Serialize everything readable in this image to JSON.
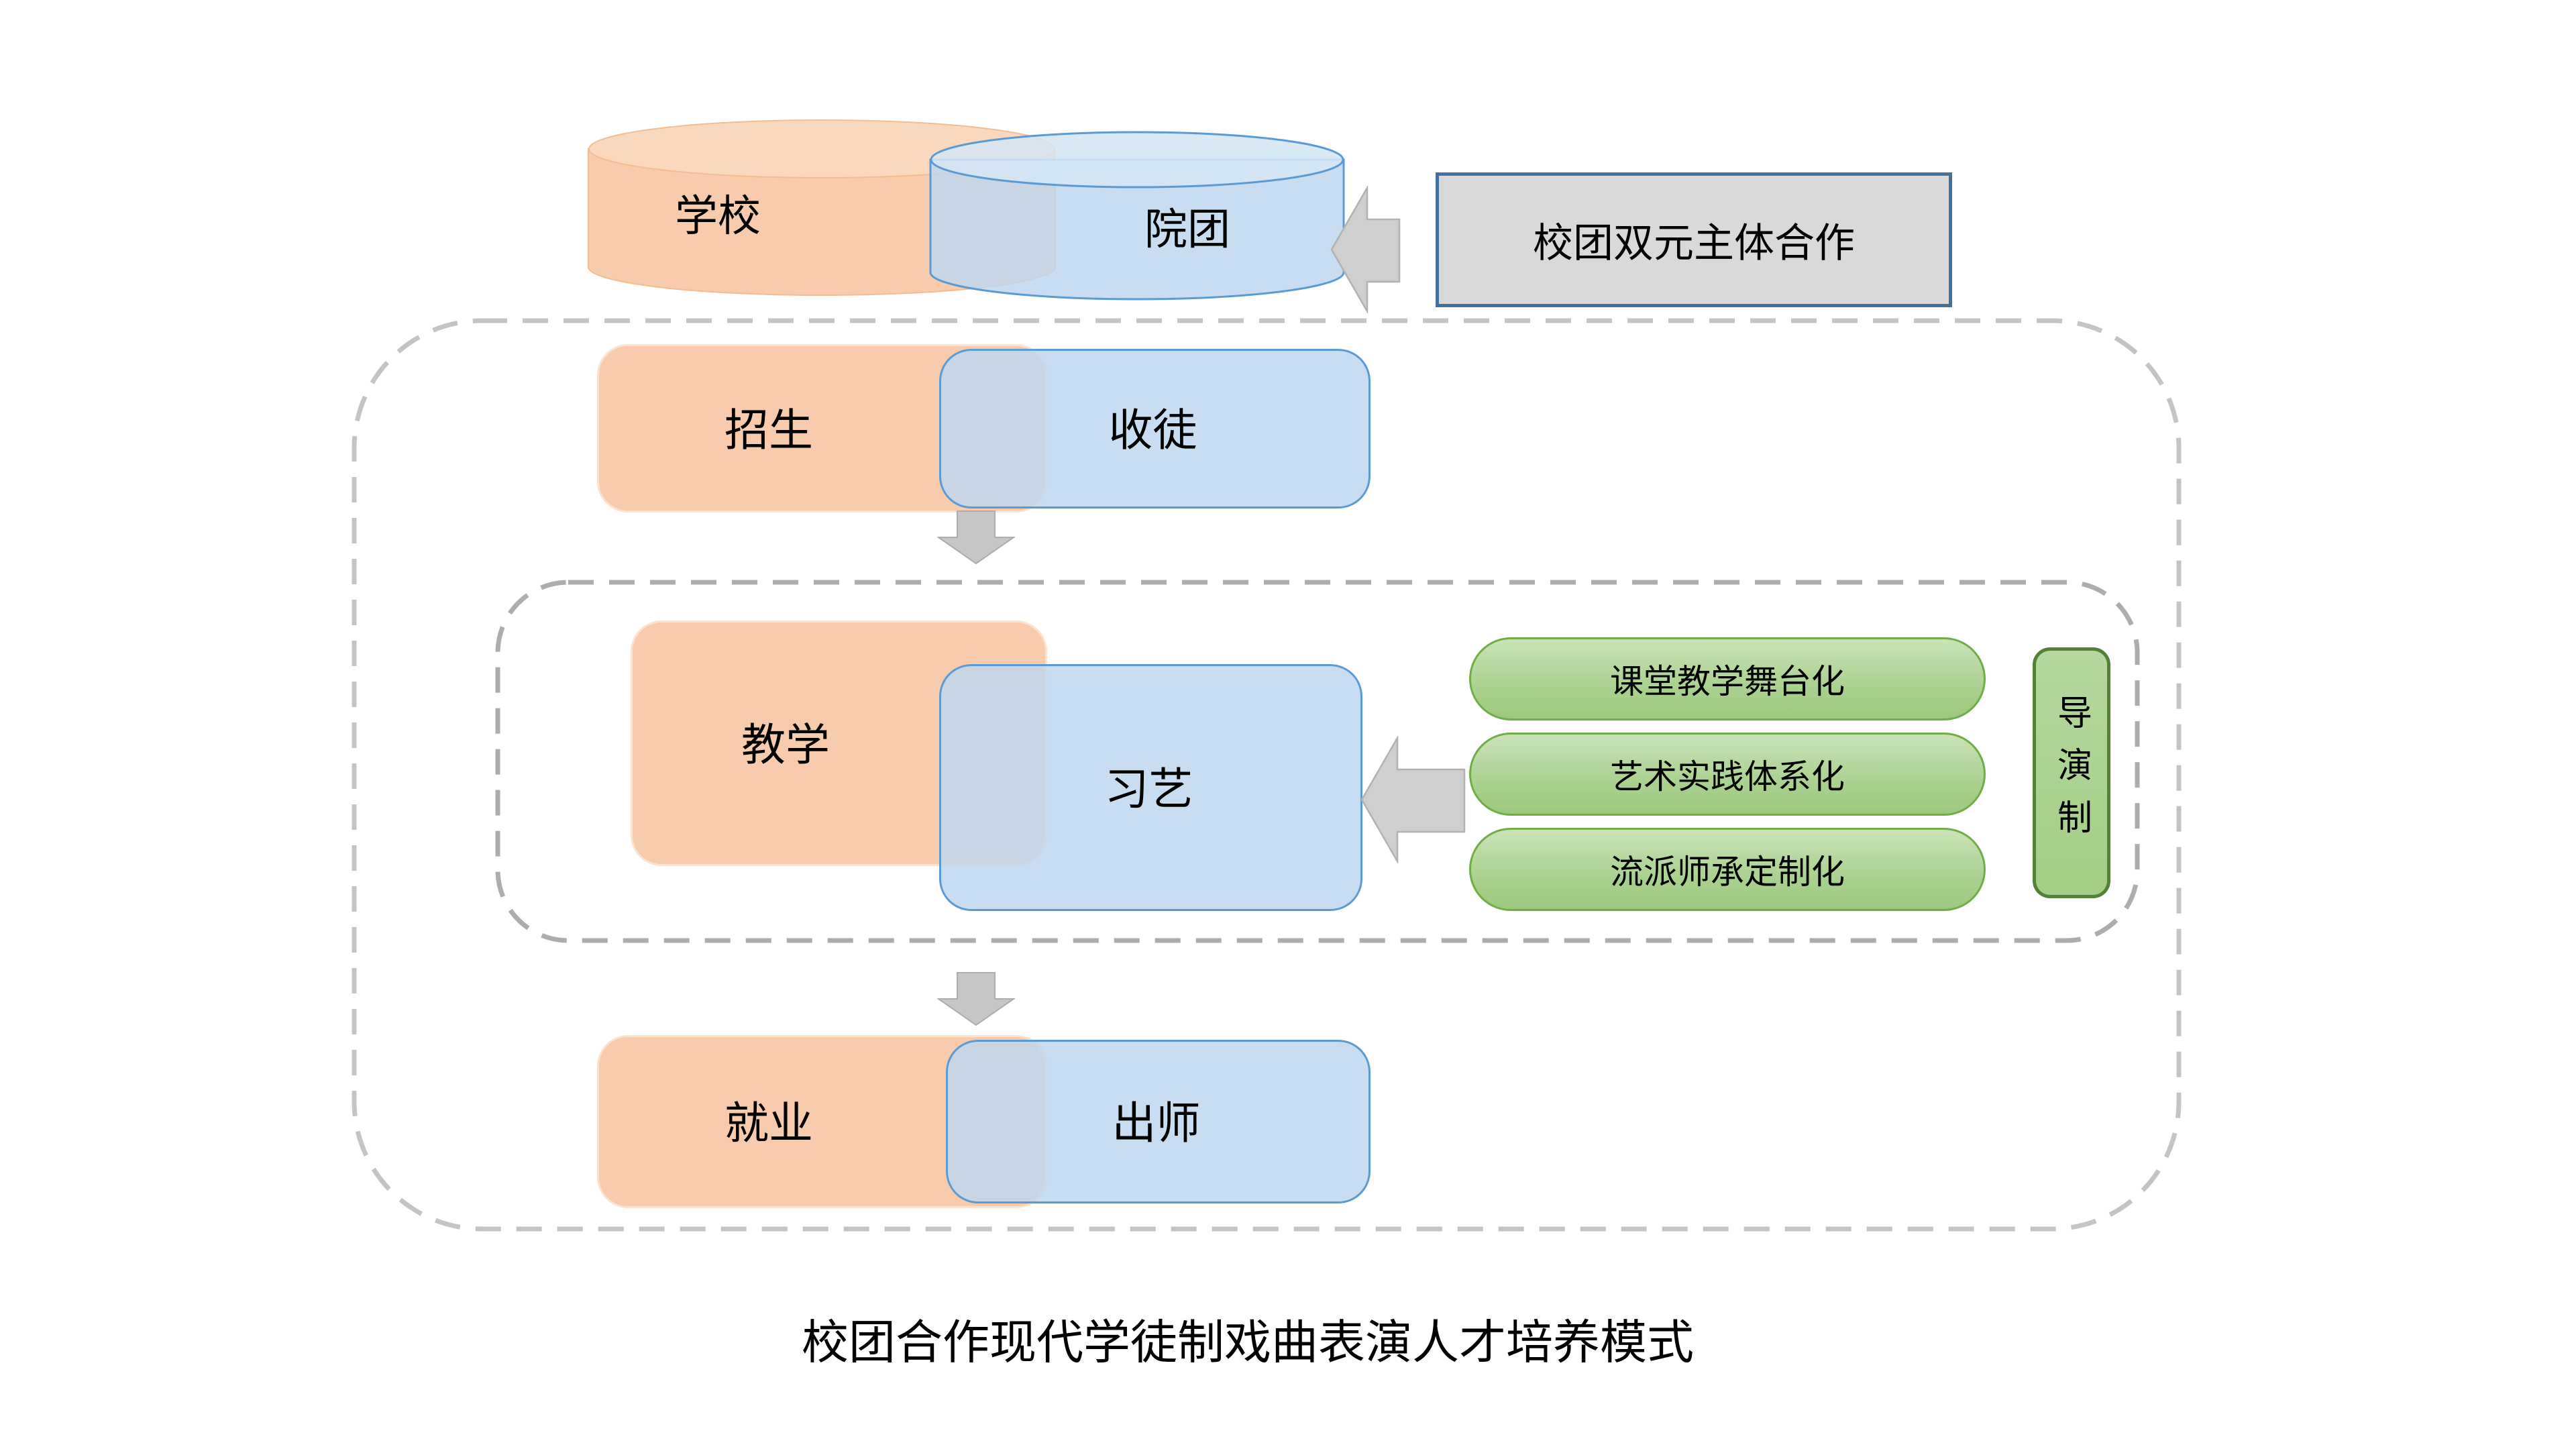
{
  "caption": "校团合作现代学徒制戏曲表演人才培养模式",
  "header": {
    "school_cylinder": "学校",
    "troupe_cylinder": "院团",
    "cooperation_box": "校团双元主体合作"
  },
  "rows": [
    {
      "school": "招生",
      "troupe": "收徒"
    },
    {
      "school": "教学",
      "troupe": "习艺"
    },
    {
      "school": "就业",
      "troupe": "出师"
    }
  ],
  "teaching_features": [
    "课堂教学舞台化",
    "艺术实践体系化",
    "流派师承定制化"
  ],
  "director_label": "导演制",
  "colors": {
    "school_fill": "#F8CBAD",
    "school_top_fill": "#FAD8BE",
    "troupe_fill": "#BDD7EE",
    "troupe_border": "#5B9BD5",
    "green_fill": "#A9D18E",
    "green_border": "#70AD47",
    "director_border": "#538135",
    "coop_fill": "#D9D9D9",
    "coop_border": "#41719C",
    "arrow_fill": "#CBCBCB",
    "outer_dash": "#C4C4C4",
    "inner_dash": "#ADADAD",
    "text": "#000000"
  }
}
